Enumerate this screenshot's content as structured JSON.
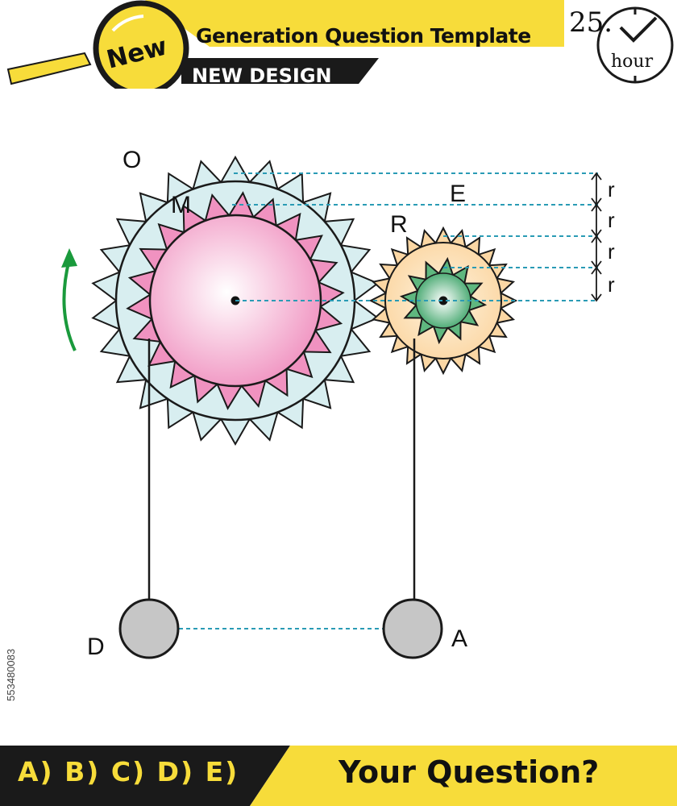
{
  "header": {
    "badge": "New",
    "title": "Generation Question Template",
    "subtitle": "NEW DESIGN",
    "clock_number": "25.",
    "clock_unit": "hour"
  },
  "diagram": {
    "labels": {
      "O": "O",
      "M": "M",
      "E": "E",
      "R": "R",
      "D": "D",
      "A": "A"
    },
    "radius_marks": [
      "r",
      "r",
      "r",
      "r"
    ],
    "colors": {
      "outer_gear": "#d8eef0",
      "pink_gear": "#f092c0",
      "orange_gear": "#fbd7a4",
      "green_gear": "#5fb77f",
      "weights": "#c6c6c6",
      "dashed": "#2a9bb5",
      "arrow": "#1a9a3c",
      "accent_yellow": "#f7dc3a"
    }
  },
  "footer": {
    "answers": "A) B) C) D) E)",
    "question": "Your Question?"
  },
  "watermark_id": "553480083"
}
